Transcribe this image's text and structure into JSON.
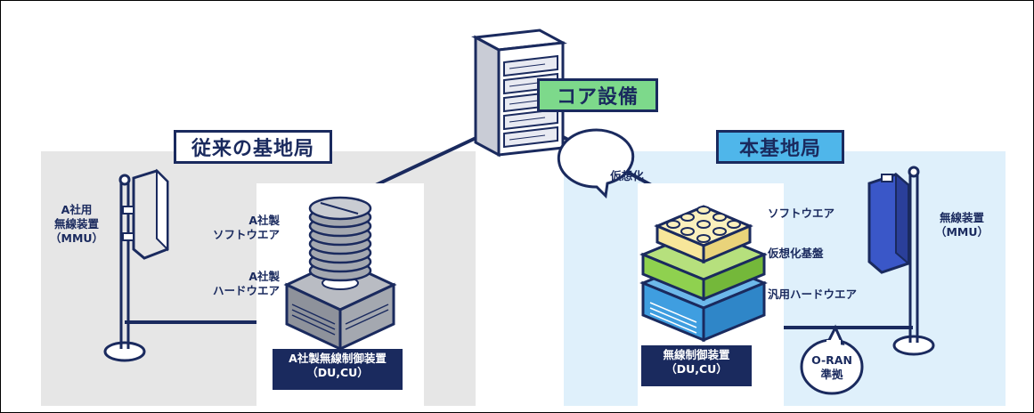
{
  "core": {
    "label": "コア設備"
  },
  "legacy": {
    "title": "従来の基地局",
    "radio_label": [
      "A社用",
      "無線装置",
      "（MMU）"
    ],
    "software_label": [
      "A社製",
      "ソフトウエア"
    ],
    "hardware_label": [
      "A社製",
      "ハードウエア"
    ],
    "controller_label": [
      "A社製無線制御装置",
      "（DU,CU）"
    ]
  },
  "new": {
    "title": "本基地局",
    "bubble_label": "仮想化",
    "software_label": "ソフトウエア",
    "virtual_label": "仮想化基盤",
    "hardware_label": "汎用ハードウエア",
    "radio_label": [
      "無線装置",
      "（MMU）"
    ],
    "controller_label": [
      "無線制御装置",
      "（DU,CU）"
    ],
    "oran_label": [
      "O-RAN",
      "準拠"
    ]
  },
  "colors": {
    "navy": "#1a2a5e",
    "legacy_bg": "#e6e6e6",
    "new_bg": "#dff0fb",
    "core_tag": "#7dd98b",
    "new_tag": "#4fb6ea",
    "block_yellow": "#f7e69a",
    "block_green": "#8fd14f",
    "block_blue": "#3f9ee0"
  }
}
